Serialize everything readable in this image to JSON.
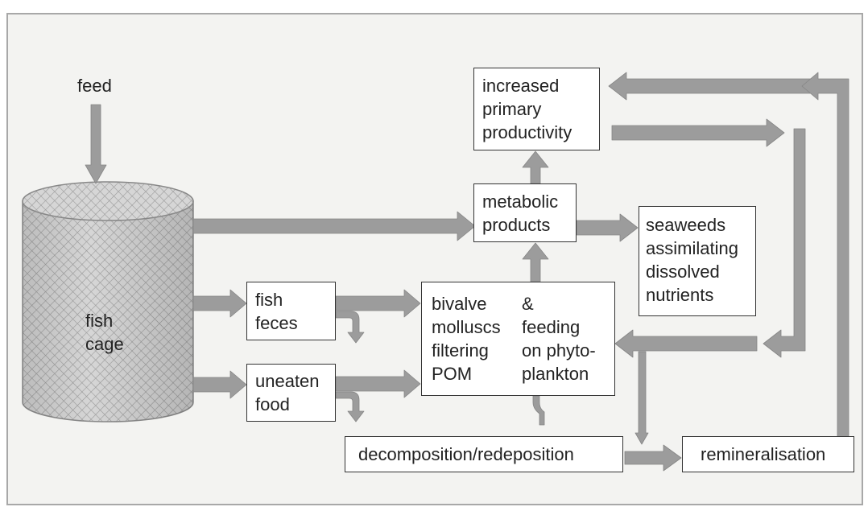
{
  "diagram": {
    "feed_label": "feed",
    "cage_label": "fish\ncage",
    "boxes": {
      "increased_primary_productivity": "increased\nprimary\nproductivity",
      "metabolic_products": "metabolic\nproducts",
      "seaweeds": "seaweeds\nassimilating\ndissolved\nnutrients",
      "fish_feces": "fish\nfeces",
      "uneaten_food": "uneaten\nfood",
      "bivalve_left": "bivalve\nmolluscs\nfiltering\nPOM",
      "bivalve_right": "&\nfeeding\non phyto-\nplankton",
      "decomposition": "decomposition/redeposition",
      "remineralisation": "remineralisation"
    },
    "colors": {
      "arrow": "#9c9c9c",
      "box_border": "#333333",
      "background": "#f3f3f1",
      "cage": "#d0d0d0"
    }
  }
}
